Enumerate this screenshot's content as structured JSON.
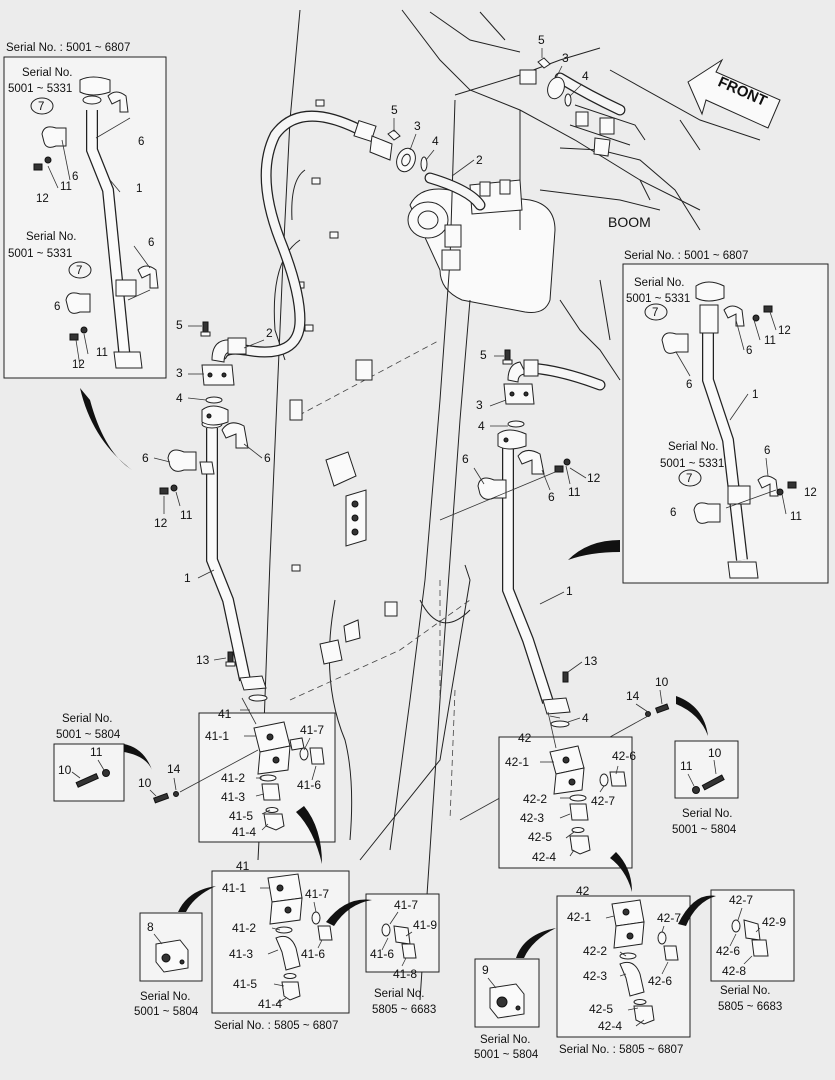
{
  "labels": {
    "serial_5001_6807": "Serial No. : 5001 ~ 6807",
    "serial_5805_6807": "Serial No. : 5805 ~ 6807",
    "serial_no": "Serial No.",
    "range_5001_5331": "5001 ~ 5331",
    "range_5001_5804": "5001 ~ 5804",
    "range_5805_6683": "5805 ~ 6683",
    "boom": "BOOM",
    "front": "FRONT"
  },
  "parts": {
    "p1": "1",
    "p2": "2",
    "p3": "3",
    "p4": "4",
    "p5": "5",
    "p6": "6",
    "p7": "7",
    "p8": "8",
    "p9": "9",
    "p10": "10",
    "p11": "11",
    "p12": "12",
    "p13": "13",
    "p14": "14",
    "p41": "41",
    "p41_1": "41-1",
    "p41_2": "41-2",
    "p41_3": "41-3",
    "p41_4": "41-4",
    "p41_5": "41-5",
    "p41_6": "41-6",
    "p41_7": "41-7",
    "p41_8": "41-8",
    "p41_9": "41-9",
    "p42": "42",
    "p42_1": "42-1",
    "p42_2": "42-2",
    "p42_3": "42-3",
    "p42_4": "42-4",
    "p42_5": "42-5",
    "p42_6": "42-6",
    "p42_7": "42-7",
    "p42_8": "42-8",
    "p42_9": "42-9"
  }
}
